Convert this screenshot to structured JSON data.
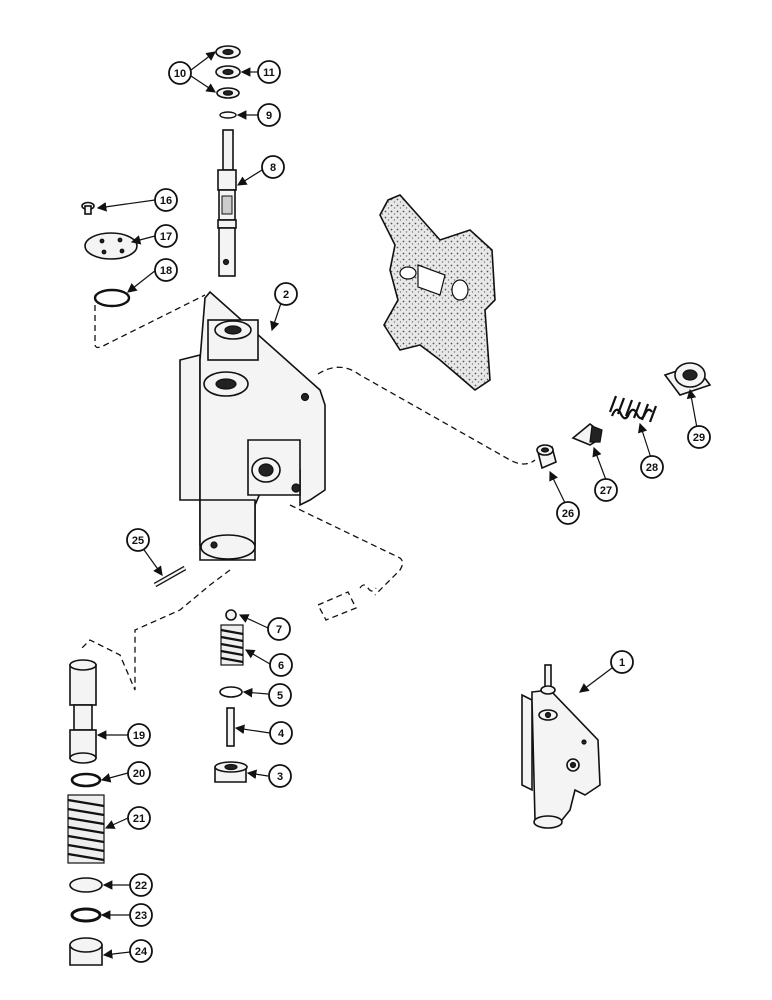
{
  "callouts": [
    "1",
    "2",
    "3",
    "4",
    "5",
    "6",
    "7",
    "8",
    "9",
    "10",
    "11",
    "16",
    "17",
    "18",
    "19",
    "20",
    "21",
    "22",
    "23",
    "24",
    "25",
    "26",
    "27",
    "28",
    "29"
  ]
}
